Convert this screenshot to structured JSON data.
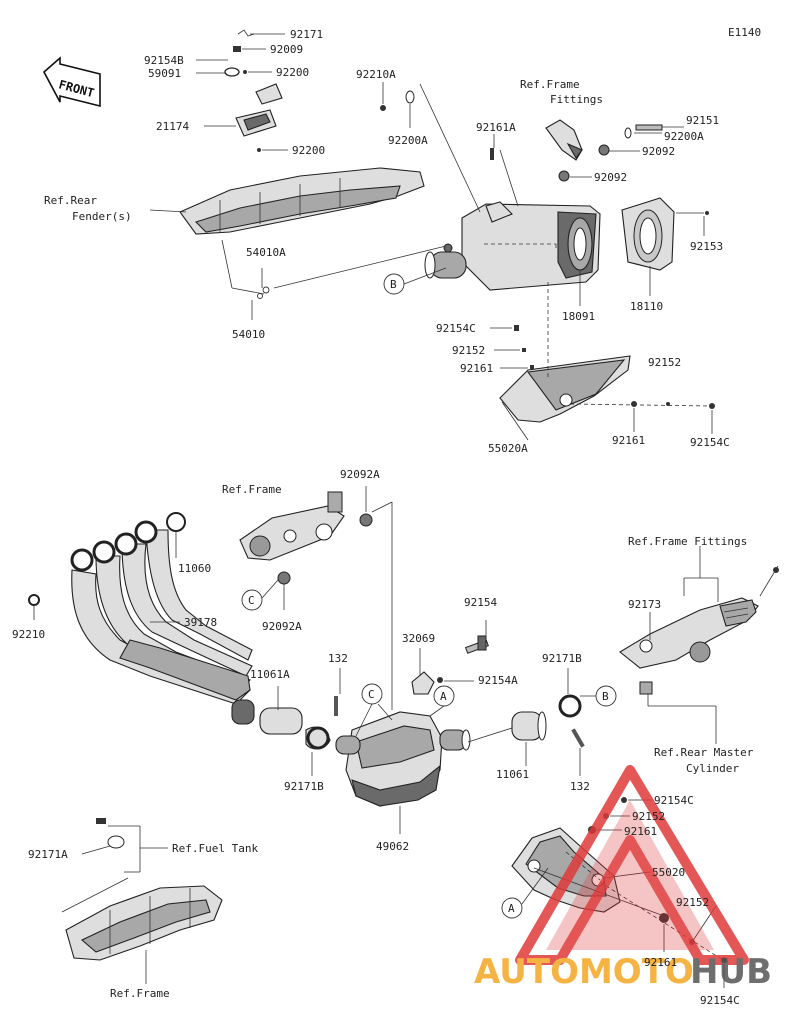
{
  "diagram_code": "E1140",
  "front_badge": "FRONT",
  "callouts": {
    "p92171": "92171",
    "p92154B": "92154B",
    "p92009": "92009",
    "p59091": "59091",
    "p92200_top": "92200",
    "p21174": "21174",
    "p92200_mid": "92200",
    "p92210A": "92210A",
    "p92200A_left": "92200A",
    "p92161A": "92161A",
    "p92151": "92151",
    "p92200A_right": "92200A",
    "p92092_a": "92092",
    "p92092_b": "92092",
    "p54010A": "54010A",
    "p54010": "54010",
    "p18091": "18091",
    "p18110": "18110",
    "p92153": "92153",
    "p92154C_top": "92154C",
    "p92152_top": "92152",
    "p92161_top": "92161",
    "p55020A": "55020A",
    "p92152_right": "92152",
    "p92161_right": "92161",
    "p92154C_right": "92154C",
    "p92092A_top": "92092A",
    "p11060": "11060",
    "p92210": "92210",
    "p39178": "39178",
    "p92092A_bot": "92092A",
    "p92154": "92154",
    "p32069": "32069",
    "p92154A": "92154A",
    "p132_top": "132",
    "p11061A": "11061A",
    "p92171B_left": "92171B",
    "p92171B_right": "92171B",
    "p92173": "92173",
    "p11061": "11061",
    "p132_bot": "132",
    "p49062": "49062",
    "p92154C_low": "92154C",
    "p92152_low": "92152",
    "p92161_low": "92161",
    "p55020": "55020",
    "p92152_bot": "92152",
    "p92161_bot": "92161",
    "p92154C_bot": "92154C",
    "p92171A": "92171A"
  },
  "references": {
    "frame_fittings_top_1": "Ref.Frame",
    "frame_fittings_top_2": "Fittings",
    "rear_fender_1": "Ref.Rear",
    "rear_fender_2": "Fender(s)",
    "frame_mid": "Ref.Frame",
    "frame_fittings_right": "Ref.Frame Fittings",
    "rear_master_1": "Ref.Rear Master",
    "rear_master_2": "Cylinder",
    "fuel_tank": "Ref.Fuel Tank",
    "frame_bottom": "Ref.Frame"
  },
  "connectors": {
    "A1": "A",
    "A2": "A",
    "B1": "B",
    "B2": "B",
    "C1": "C",
    "C2": "C"
  },
  "watermark": {
    "part1": "AUTOMOTO",
    "part2": "HUB",
    "color_red": "#e03a3a",
    "color_orange": "#f4a623",
    "color_grey": "#555555"
  }
}
